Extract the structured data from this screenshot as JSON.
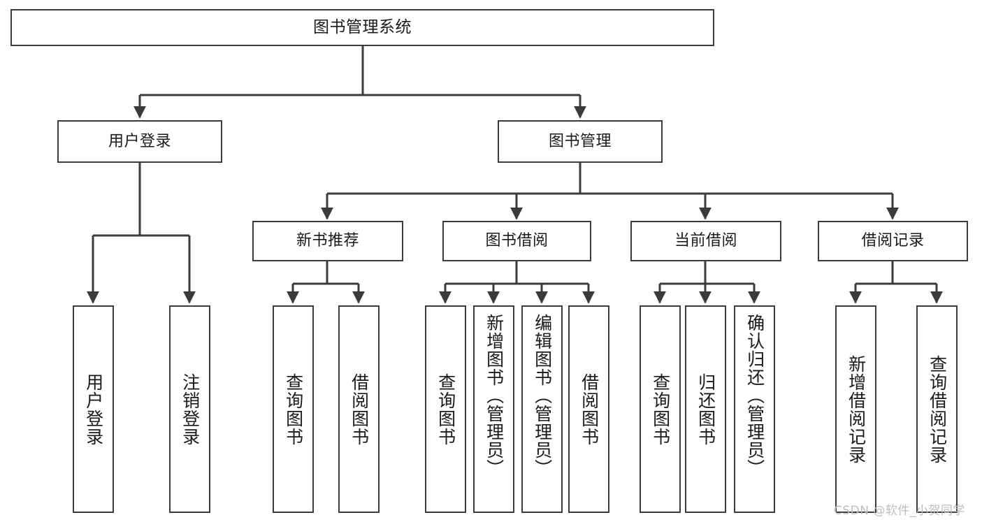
{
  "diagram": {
    "type": "tree-hierarchy",
    "title": "图书管理系统",
    "watermark": "CSDN @软件_小贺同学",
    "colors": {
      "box_border": "#3b3b3b",
      "box_fill": "#ffffff",
      "edge": "#3b3b3b",
      "text": "#1a1a1a",
      "watermark": "#bdbdbd"
    },
    "nodes": {
      "root": {
        "label": "图书管理系统",
        "level": 0
      },
      "user_login": {
        "label": "用户登录",
        "level": 1
      },
      "book_manage": {
        "label": "图书管理",
        "level": 1
      },
      "new_book_rec": {
        "label": "新书推荐",
        "level": 2
      },
      "book_borrow": {
        "label": "图书借阅",
        "level": 2
      },
      "current_borrow": {
        "label": "当前借阅",
        "level": 2
      },
      "borrow_record": {
        "label": "借阅记录",
        "level": 2
      },
      "leaf_user_login": {
        "label": "用户登录",
        "level": 2
      },
      "leaf_user_logout": {
        "label": "注销登录",
        "level": 2
      },
      "leaf_query_book_1": {
        "label": "查询图书",
        "level": 3
      },
      "leaf_borrow_book_1": {
        "label": "借阅图书",
        "level": 3
      },
      "leaf_query_book_2": {
        "label": "查询图书",
        "level": 3
      },
      "leaf_add_book": {
        "label": "新增图书（管理员）",
        "level": 3
      },
      "leaf_edit_book": {
        "label": "编辑图书（管理员）",
        "level": 3
      },
      "leaf_borrow_book_2": {
        "label": "借阅图书",
        "level": 3
      },
      "leaf_query_book_3": {
        "label": "查询图书",
        "level": 3
      },
      "leaf_return_book": {
        "label": "归还图书",
        "level": 3
      },
      "leaf_confirm_return": {
        "label": "确认归还（管理员）",
        "level": 3
      },
      "leaf_add_record": {
        "label": "新增借阅记录",
        "level": 3
      },
      "leaf_query_record": {
        "label": "查询借阅记录",
        "level": 3
      }
    },
    "edges": [
      {
        "from": "root",
        "to": "user_login"
      },
      {
        "from": "root",
        "to": "book_manage"
      },
      {
        "from": "user_login",
        "to": "leaf_user_login"
      },
      {
        "from": "user_login",
        "to": "leaf_user_logout"
      },
      {
        "from": "book_manage",
        "to": "new_book_rec"
      },
      {
        "from": "book_manage",
        "to": "book_borrow"
      },
      {
        "from": "book_manage",
        "to": "current_borrow"
      },
      {
        "from": "book_manage",
        "to": "borrow_record"
      },
      {
        "from": "new_book_rec",
        "to": "leaf_query_book_1"
      },
      {
        "from": "new_book_rec",
        "to": "leaf_borrow_book_1"
      },
      {
        "from": "book_borrow",
        "to": "leaf_query_book_2"
      },
      {
        "from": "book_borrow",
        "to": "leaf_add_book"
      },
      {
        "from": "book_borrow",
        "to": "leaf_edit_book"
      },
      {
        "from": "book_borrow",
        "to": "leaf_borrow_book_2"
      },
      {
        "from": "current_borrow",
        "to": "leaf_query_book_3"
      },
      {
        "from": "current_borrow",
        "to": "leaf_return_book"
      },
      {
        "from": "current_borrow",
        "to": "leaf_confirm_return"
      },
      {
        "from": "borrow_record",
        "to": "leaf_add_record"
      },
      {
        "from": "borrow_record",
        "to": "leaf_query_record"
      }
    ]
  }
}
